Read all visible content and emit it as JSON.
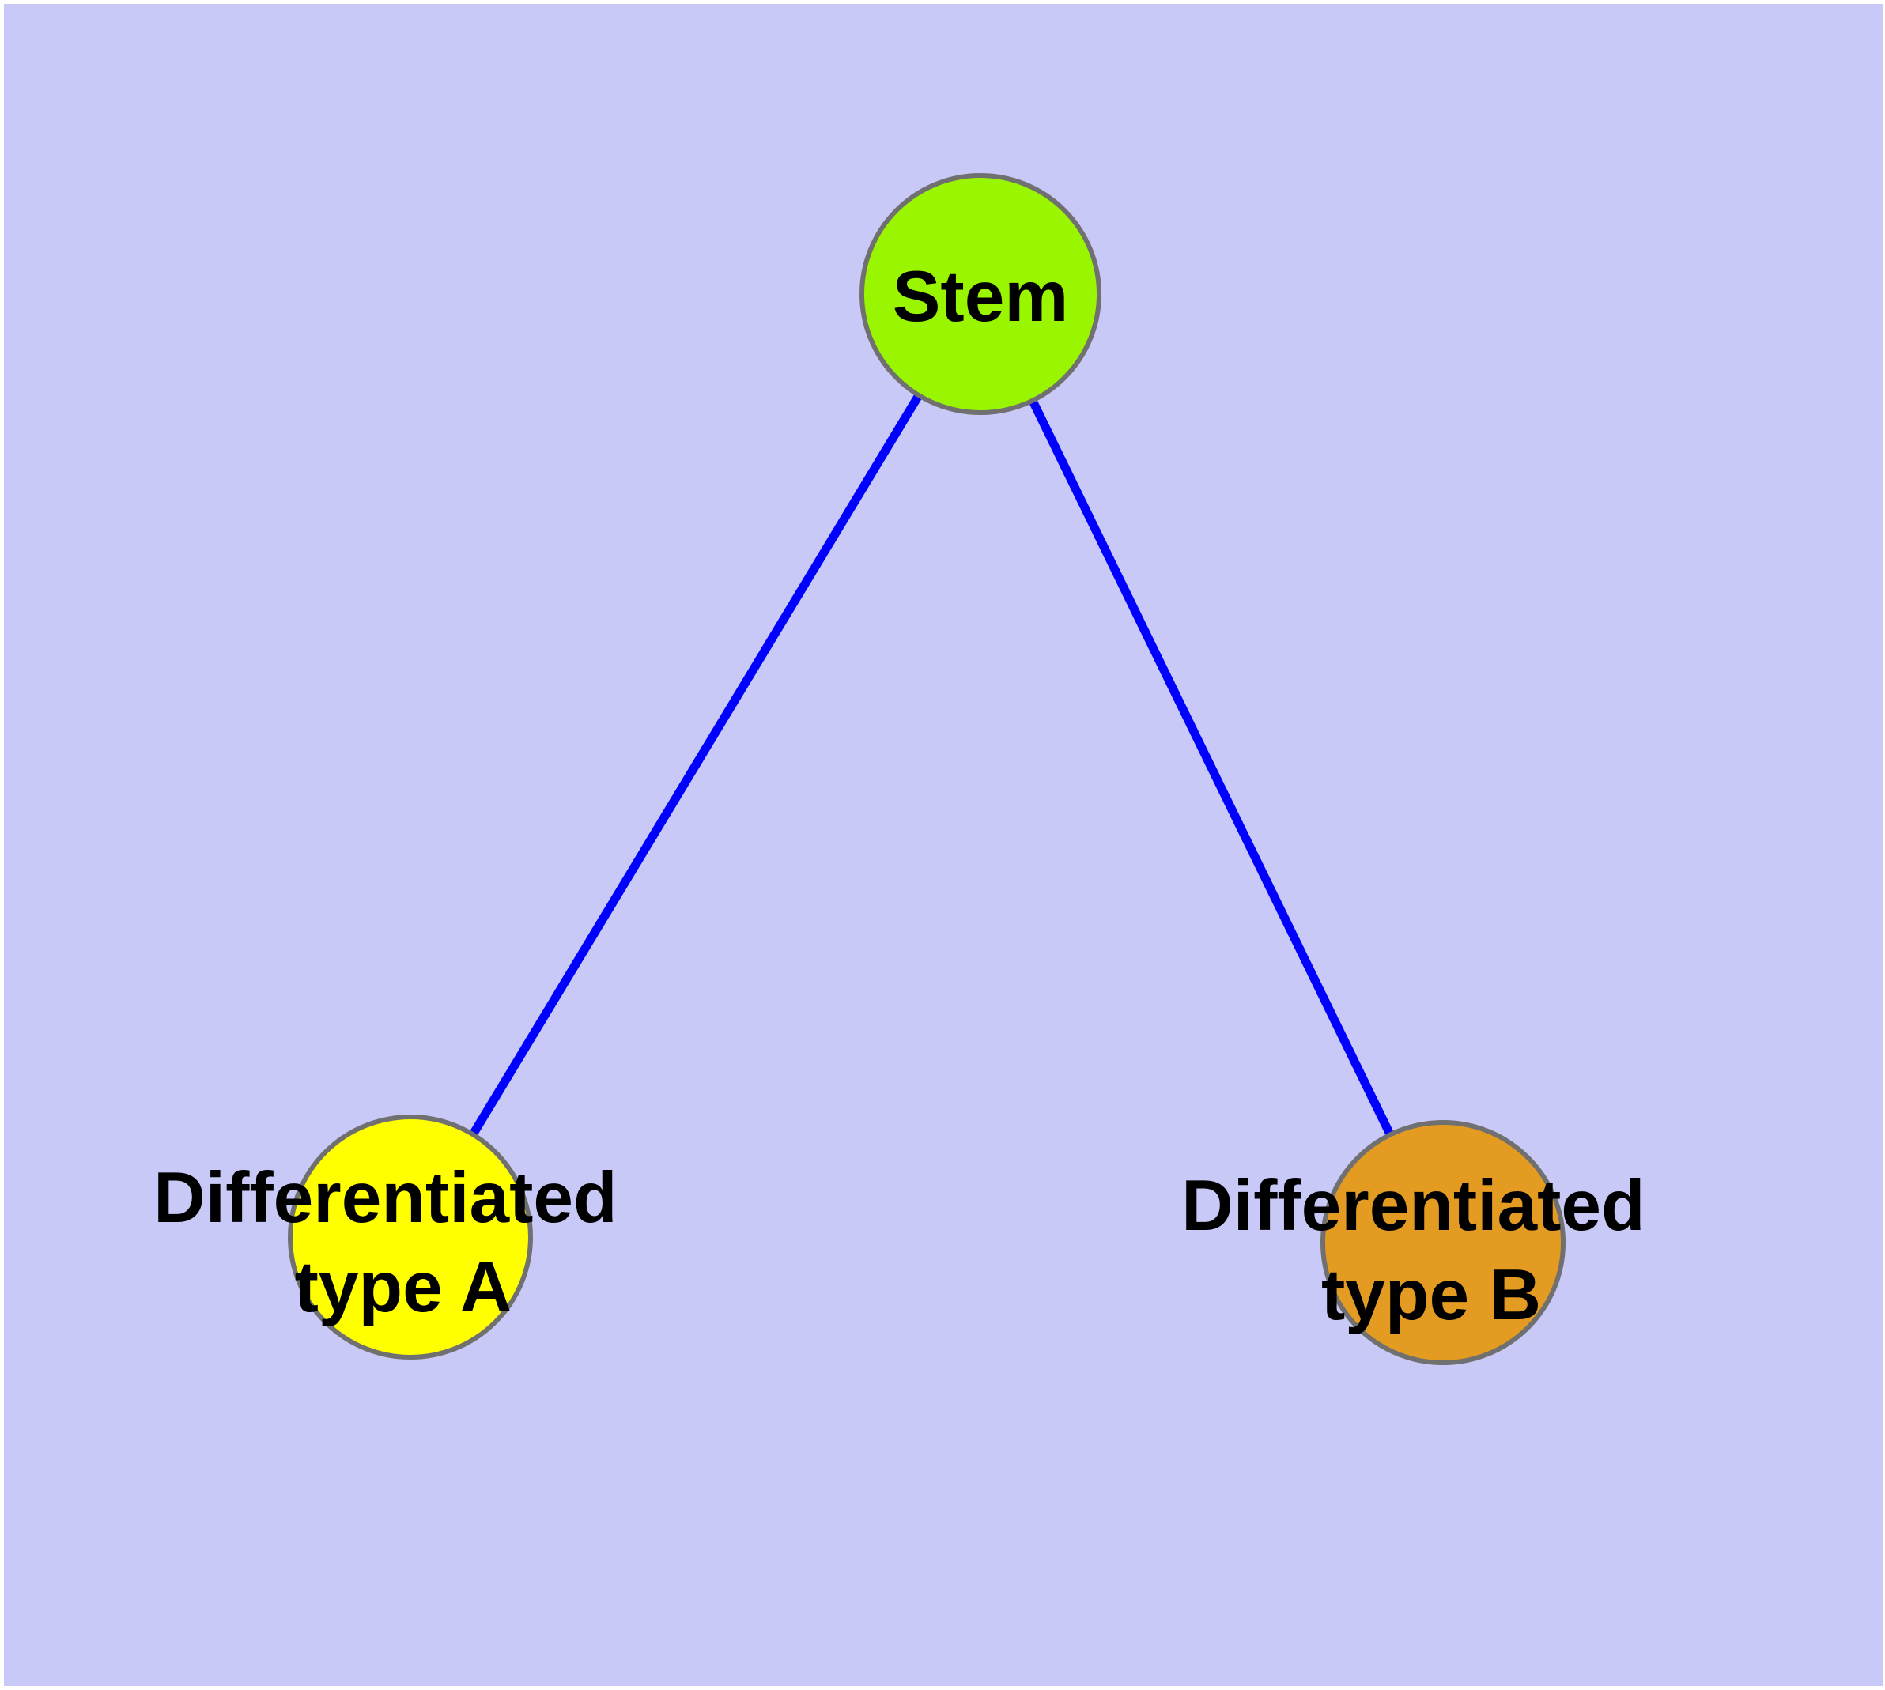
{
  "diagram": {
    "type": "node-link-graph",
    "background_color": "#c9c9f7",
    "page_color": "#ffffff",
    "edge_color": "#0000ff",
    "node_border_color": "#707070",
    "label_color": "#000000",
    "nodes": [
      {
        "id": "stem",
        "label": "Stem",
        "fill": "#9af501"
      },
      {
        "id": "differentiated-type-a",
        "label_line1": "Differentiated",
        "label_line2": "type A",
        "fill": "#ffff00"
      },
      {
        "id": "differentiated-type-b",
        "label_line1": "Differentiated",
        "label_line2": "type B",
        "fill": "#e49b21"
      }
    ],
    "edges": [
      {
        "from": "Stem",
        "to": "Differentiated type A"
      },
      {
        "from": "Stem",
        "to": "Differentiated type B"
      }
    ]
  }
}
